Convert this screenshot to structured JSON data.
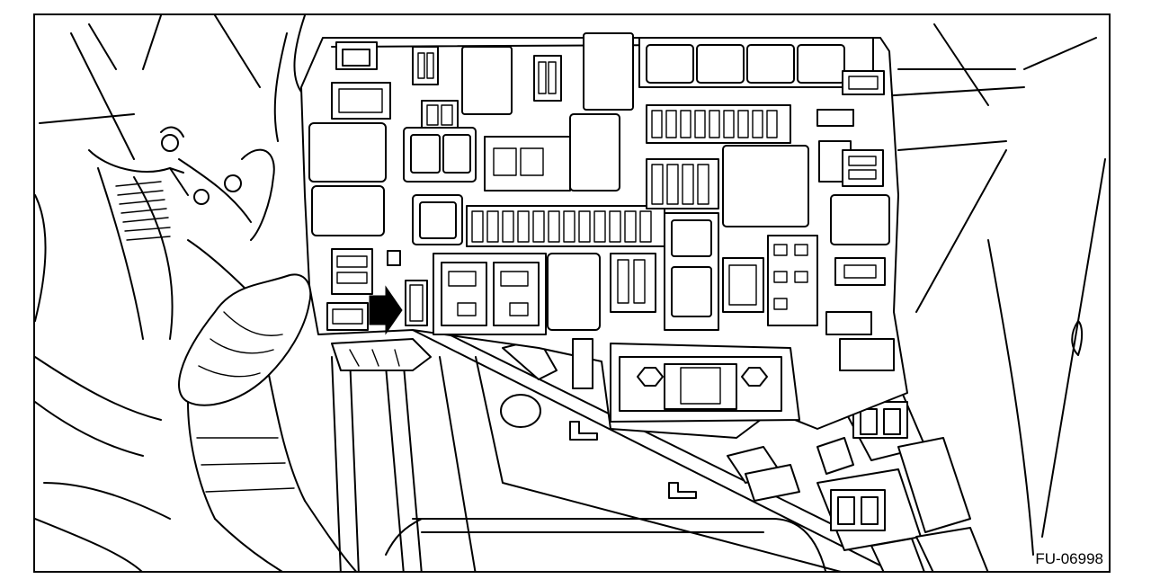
{
  "figure": {
    "id_label": "FU-06998",
    "subject": "fuse-and-relay-box",
    "callout": "arrow-pointing-to-fuse",
    "colors": {
      "line": "#000000",
      "background": "#ffffff"
    }
  }
}
